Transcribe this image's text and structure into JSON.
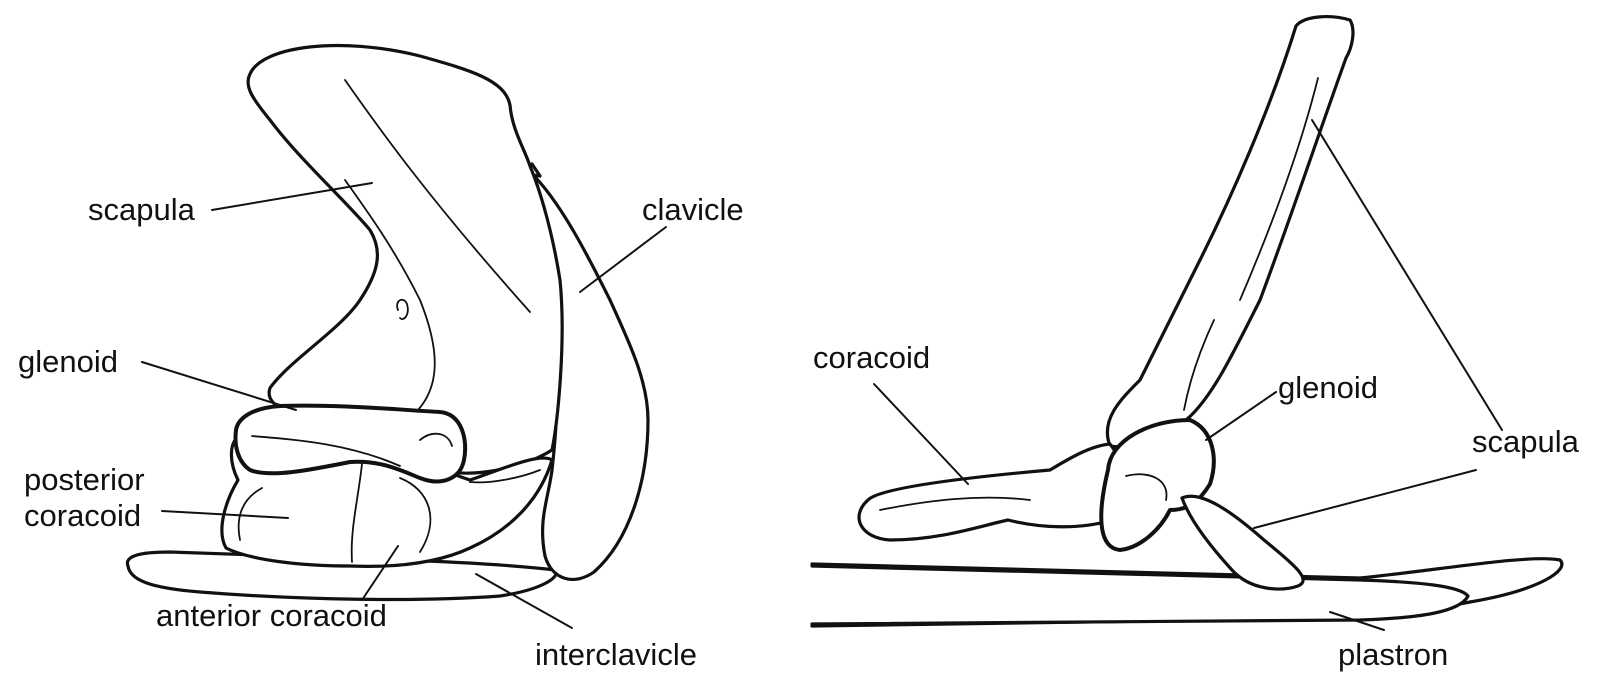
{
  "left_figure": {
    "labels": {
      "scapula": "scapula",
      "clavicle": "clavicle",
      "glenoid": "glenoid",
      "posterior_line1": "posterior",
      "posterior_line2": "coracoid",
      "anterior_coracoid": "anterior coracoid",
      "interclavicle": "interclavicle"
    }
  },
  "right_figure": {
    "labels": {
      "coracoid": "coracoid",
      "glenoid": "glenoid",
      "scapula": "scapula",
      "plastron": "plastron"
    }
  },
  "colors": {
    "line": "#111111",
    "background": "#ffffff"
  }
}
